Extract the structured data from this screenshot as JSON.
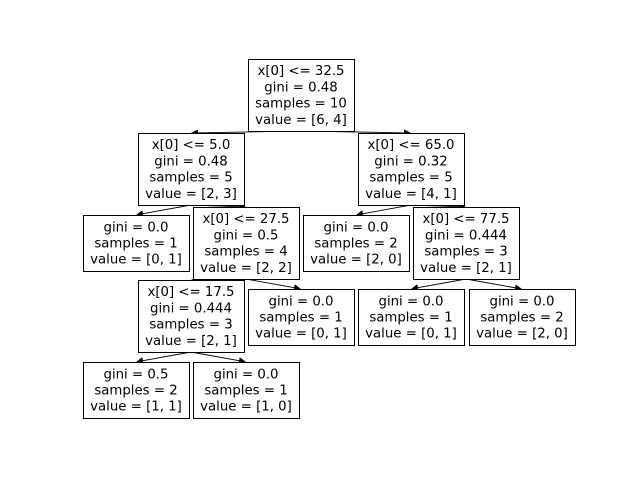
{
  "tree": {
    "nodes": [
      {
        "id": "n0",
        "lines": [
          "x[0] <= 32.5",
          "gini = 0.48",
          "samples = 10",
          "value = [6, 4]"
        ]
      },
      {
        "id": "n1",
        "lines": [
          "x[0] <= 5.0",
          "gini = 0.48",
          "samples = 5",
          "value = [2, 3]"
        ]
      },
      {
        "id": "n2",
        "lines": [
          "gini = 0.0",
          "samples = 1",
          "value = [0, 1]"
        ]
      },
      {
        "id": "n3",
        "lines": [
          "x[0] <= 27.5",
          "gini = 0.5",
          "samples = 4",
          "value = [2, 2]"
        ]
      },
      {
        "id": "n4",
        "lines": [
          "x[0] <= 17.5",
          "gini = 0.444",
          "samples = 3",
          "value = [2, 1]"
        ]
      },
      {
        "id": "n5",
        "lines": [
          "gini = 0.5",
          "samples = 2",
          "value = [1, 1]"
        ]
      },
      {
        "id": "n6",
        "lines": [
          "gini = 0.0",
          "samples = 1",
          "value = [1, 0]"
        ]
      },
      {
        "id": "n7",
        "lines": [
          "gini = 0.0",
          "samples = 1",
          "value = [0, 1]"
        ]
      },
      {
        "id": "n8",
        "lines": [
          "x[0] <= 65.0",
          "gini = 0.32",
          "samples = 5",
          "value = [4, 1]"
        ]
      },
      {
        "id": "n9",
        "lines": [
          "gini = 0.0",
          "samples = 2",
          "value = [2, 0]"
        ]
      },
      {
        "id": "n10",
        "lines": [
          "x[0] <= 77.5",
          "gini = 0.444",
          "samples = 3",
          "value = [2, 1]"
        ]
      },
      {
        "id": "n11",
        "lines": [
          "gini = 0.0",
          "samples = 1",
          "value = [0, 1]"
        ]
      },
      {
        "id": "n12",
        "lines": [
          "gini = 0.0",
          "samples = 2",
          "value = [2, 0]"
        ]
      }
    ],
    "edges": [
      {
        "from": "n0",
        "to": "n1"
      },
      {
        "from": "n0",
        "to": "n8"
      },
      {
        "from": "n1",
        "to": "n2"
      },
      {
        "from": "n1",
        "to": "n3"
      },
      {
        "from": "n3",
        "to": "n4"
      },
      {
        "from": "n3",
        "to": "n7"
      },
      {
        "from": "n4",
        "to": "n5"
      },
      {
        "from": "n4",
        "to": "n6"
      },
      {
        "from": "n8",
        "to": "n9"
      },
      {
        "from": "n8",
        "to": "n10"
      },
      {
        "from": "n10",
        "to": "n11"
      },
      {
        "from": "n10",
        "to": "n12"
      }
    ]
  }
}
